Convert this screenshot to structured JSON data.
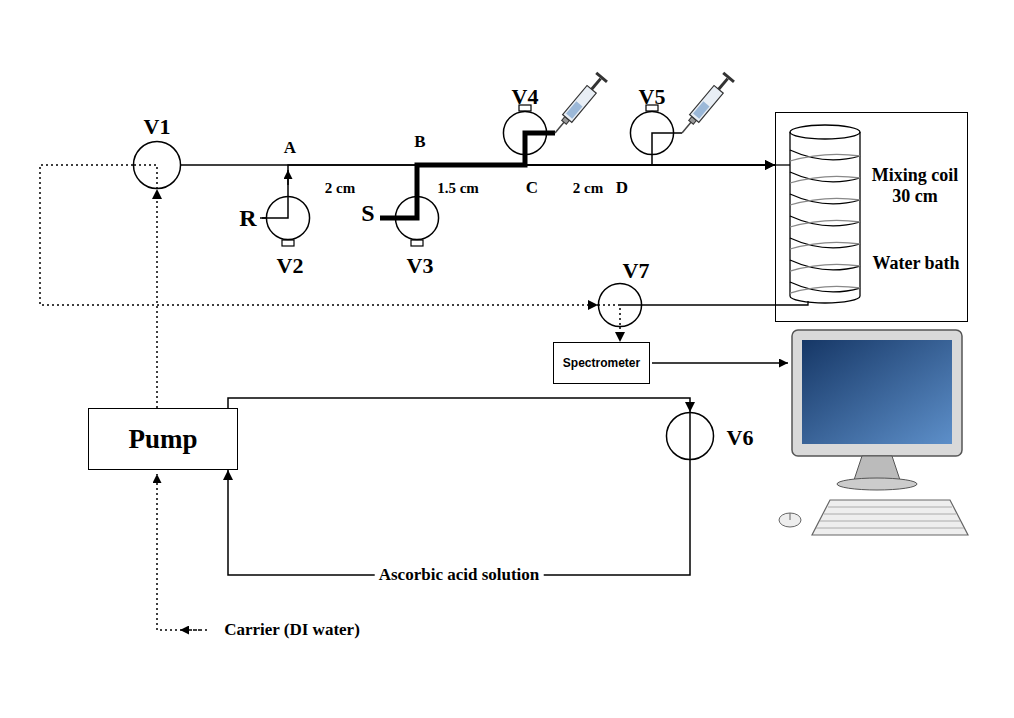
{
  "diagram": {
    "nodes": [
      {
        "text": [
          "V1"
        ]
      },
      {
        "text": [
          "V2"
        ]
      },
      {
        "text": [
          "V3"
        ]
      },
      {
        "text": [
          "V4"
        ]
      },
      {
        "text": [
          "V5"
        ]
      },
      {
        "text": [
          "Mixing coil 30 cm",
          "Water bath"
        ]
      },
      {
        "text": [
          "V7"
        ]
      },
      {
        "text": [
          "Spectrometer"
        ]
      },
      {
        "text": [
          "V6"
        ]
      },
      {
        "text": [
          "Pump"
        ]
      }
    ],
    "edges": [
      {
        "from": 9,
        "to": 0,
        "arrow": "to"
      },
      {
        "from": 0,
        "to": 6,
        "arrow": "to"
      },
      {
        "from": 0,
        "to": 5,
        "arrow": "none"
      },
      {
        "from": 1,
        "to": 5,
        "arrow": "to"
      },
      {
        "from": 2,
        "to": 5,
        "arrow": "to"
      },
      {
        "from": 3,
        "to": 5,
        "arrow": "none"
      },
      {
        "from": 4,
        "to": 5,
        "arrow": "none"
      },
      {
        "from": 5,
        "to": 6,
        "arrow": "none"
      },
      {
        "from": 6,
        "to": 7,
        "arrow": "to"
      },
      {
        "from": 9,
        "to": 8,
        "arrow": "to"
      },
      {
        "from": 8,
        "to": 9,
        "label": "Ascorbic acid solution",
        "arrow": "to"
      }
    ],
    "labels": [
      "A",
      "B",
      "R",
      "S",
      "2 cm",
      "1.5 cm",
      "C",
      "2 cm",
      "D",
      "Carrier (DI water)"
    ]
  }
}
